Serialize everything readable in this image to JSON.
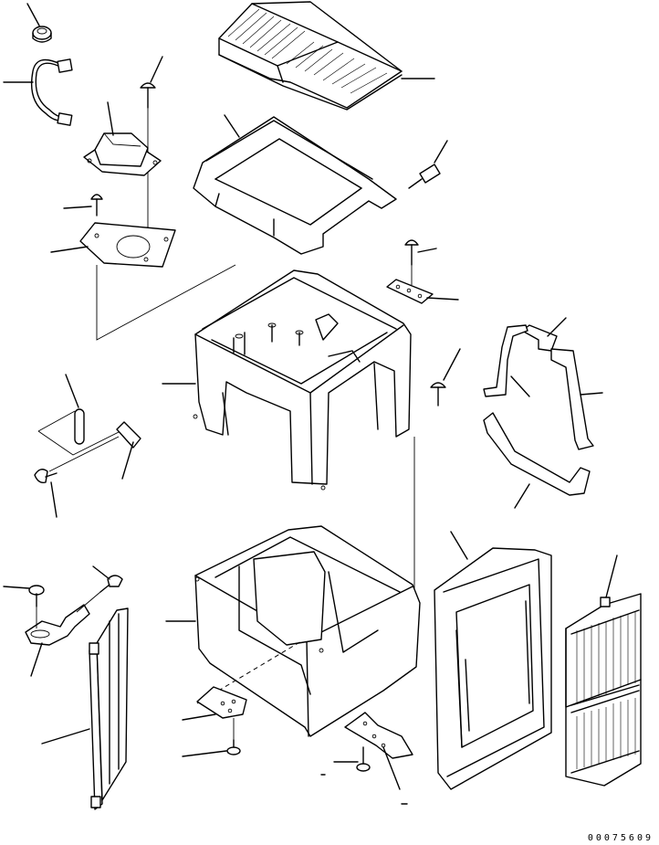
{
  "drawing": {
    "number": "00075609"
  },
  "parts": [
    {
      "id": "grommet",
      "icon": "grommet-icon"
    },
    {
      "id": "wire-harness",
      "icon": "wire-harness-icon"
    },
    {
      "id": "clip-bolt-top",
      "icon": "bolt-icon"
    },
    {
      "id": "control-module",
      "icon": "module-icon"
    },
    {
      "id": "bolt-left",
      "icon": "bolt-icon"
    },
    {
      "id": "mount-plate",
      "icon": "plate-icon"
    },
    {
      "id": "filter-cassette-top",
      "icon": "filter-icon"
    },
    {
      "id": "filter-frame",
      "icon": "frame-icon"
    },
    {
      "id": "screw-right",
      "icon": "screw-icon"
    },
    {
      "id": "bolt-mid",
      "icon": "bolt-icon"
    },
    {
      "id": "small-bracket",
      "icon": "bracket-icon"
    },
    {
      "id": "upper-case",
      "icon": "housing-icon"
    },
    {
      "id": "bolt-right",
      "icon": "bolt-icon"
    },
    {
      "id": "strap-short",
      "icon": "strap-icon"
    },
    {
      "id": "strap-bent",
      "icon": "strap-icon"
    },
    {
      "id": "strap-long",
      "icon": "strap-icon"
    },
    {
      "id": "sensor-probe",
      "icon": "sensor-icon"
    },
    {
      "id": "sensor-clip",
      "icon": "clip-icon"
    },
    {
      "id": "bolt-clip",
      "icon": "bolt-icon"
    },
    {
      "id": "lower-case",
      "icon": "housing-icon"
    },
    {
      "id": "side-frame",
      "icon": "frame-icon"
    },
    {
      "id": "filter-cassette-right",
      "icon": "filter-icon"
    },
    {
      "id": "washer-left",
      "icon": "washer-icon"
    },
    {
      "id": "bolt-lower-left",
      "icon": "bolt-icon"
    },
    {
      "id": "pipe-bracket",
      "icon": "bracket-icon"
    },
    {
      "id": "heater-core",
      "icon": "heater-core-icon"
    },
    {
      "id": "foot-bracket-left",
      "icon": "bracket-icon"
    },
    {
      "id": "bolt-foot-left",
      "icon": "bolt-icon"
    },
    {
      "id": "bolt-foot-right",
      "icon": "bolt-icon"
    },
    {
      "id": "foot-bracket-right",
      "icon": "bracket-icon"
    }
  ],
  "colors": {
    "line": "#000000",
    "background": "#ffffff"
  }
}
